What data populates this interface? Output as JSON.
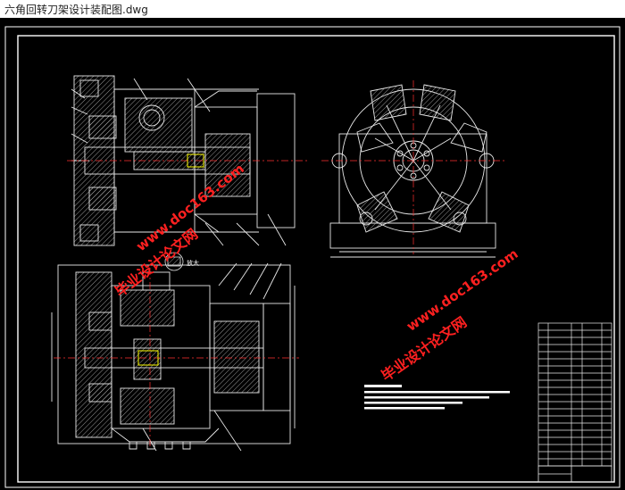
{
  "window": {
    "title": "六角回转刀架设计装配图.dwg"
  },
  "drawing": {
    "watermark_text": "毕业设计论文网",
    "watermark_url": "www.doc163.com",
    "detail_label": "放大",
    "colors": {
      "background": "#000000",
      "frame": "#ffffff",
      "geometry": "#e8e8e8",
      "centerline": "#ff3030",
      "watermark": "#ff2020",
      "accent": "#ffff00",
      "hatch": "#c8c8c8"
    }
  }
}
